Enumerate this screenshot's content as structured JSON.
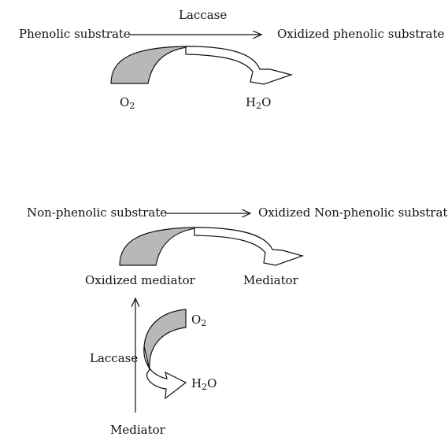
{
  "top_reaction": {
    "enzyme": "Laccase",
    "substrate": "Phenolic substrate",
    "product": "Oxidized phenolic substrate",
    "oxidant_base": "O",
    "oxidant_sub": "2",
    "water_h": "H",
    "water_sub": "2",
    "water_o": "O"
  },
  "bottom_reaction": {
    "substrate": "Non-phenolic substrate",
    "product": "Oxidized Non-phenolic substrate",
    "oxidized_mediator": "Oxidized mediator",
    "mediator_out": "Mediator",
    "enzyme": "Laccase",
    "mediator_in": "Mediator",
    "oxidant_base": "O",
    "oxidant_sub": "2",
    "water_h": "H",
    "water_sub": "2",
    "water_o": "O"
  },
  "colors": {
    "fill_shaded": "#b8b8b8",
    "stroke": "#111111"
  }
}
